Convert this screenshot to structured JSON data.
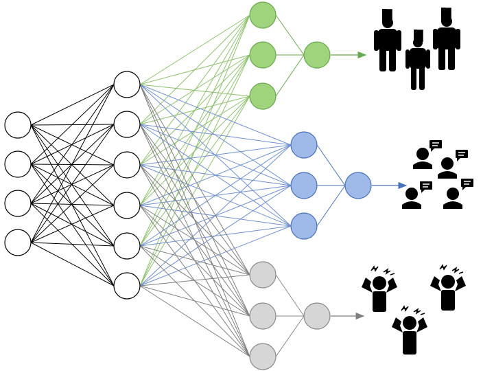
{
  "diagram": {
    "input_layer": {
      "count": 4
    },
    "hidden_layer": {
      "count": 6
    },
    "branches": [
      {
        "name": "green-branch",
        "color_fill": "#9fd37c",
        "color_stroke": "#6aa84f",
        "edge_color": "#8fc16f",
        "nodes": 3,
        "icon": "people-leaving-through-doors-icon"
      },
      {
        "name": "blue-branch",
        "color_fill": "#9fb9e8",
        "color_stroke": "#4a72b8",
        "edge_color": "#6f8fd0",
        "nodes": 3,
        "icon": "people-talking-icon"
      },
      {
        "name": "gray-branch",
        "color_fill": "#d6d6d6",
        "color_stroke": "#8a8a8a",
        "edge_color": "#7f7f7f",
        "nodes": 3,
        "icon": "stressed-people-icon"
      }
    ],
    "colors": {
      "input_stroke": "#000000",
      "node_fill_white": "#ffffff",
      "black_edges": "#000000"
    }
  }
}
